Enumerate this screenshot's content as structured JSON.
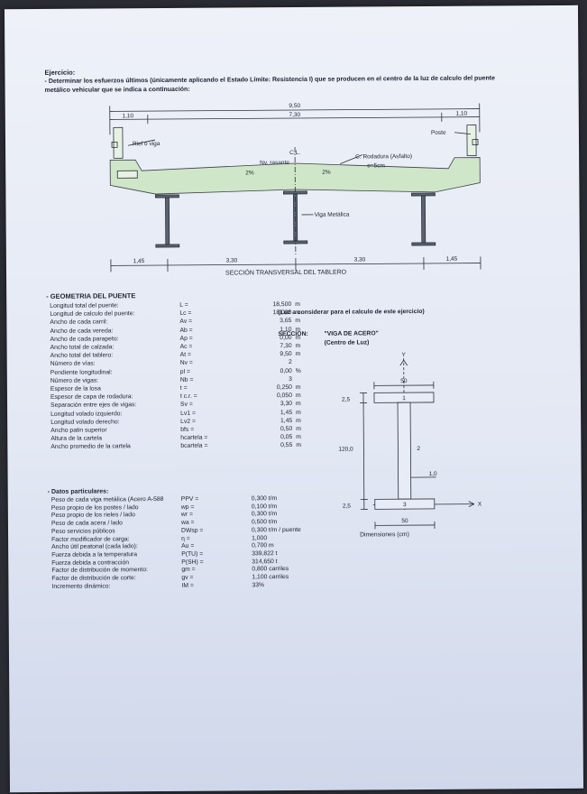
{
  "header": {
    "title": "Ejercicio:",
    "line1": "- Determinar los esfuerzos últimos (únicamente aplicando el Estado Límite: Resistencia I) que se producen en el centro de la luz de calculo del puente",
    "line2": "metálico vehicular que se indica a continuación:"
  },
  "section": {
    "top_total": "9,50",
    "top_roadway": "7,30",
    "left_walk": "1,10",
    "right_walk": "1,10",
    "riel_label": "Riel o viga",
    "poste_label": "Poste",
    "cl_label": "C.L.",
    "rasante_label": "Nv. rasante",
    "rodadura_label": "C. Rodadura (Asfalto)",
    "rodadura_thick": "e=5cm",
    "slope_left": "2%",
    "slope_right": "2%",
    "viga_label": "Viga Metálica",
    "bot_dims": [
      "1,45",
      "3,30",
      "3,30",
      "1,45"
    ],
    "caption": "SECCIÓN TRANSVERSAL DEL TABLERO"
  },
  "geometry": {
    "title": "- GEOMETRIA DEL PUENTE",
    "rows": [
      {
        "label": "Longitud total del puente:",
        "sym": "L =",
        "val": "18,500",
        "unit": "m"
      },
      {
        "label": "Longitud de calculo del puente:",
        "sym": "Lc =",
        "val": "18,000",
        "unit": "m"
      },
      {
        "label": "Ancho de cada carril:",
        "sym": "Av =",
        "val": "3,65",
        "unit": "m"
      },
      {
        "label": "Ancho de cada vereda:",
        "sym": "Ab =",
        "val": "1,10",
        "unit": "m"
      },
      {
        "label": "Ancho de cada parapeto:",
        "sym": "Ap =",
        "val": "0,00",
        "unit": "m"
      },
      {
        "label": "Ancho total de calzada:",
        "sym": "Ac =",
        "val": "7,30",
        "unit": "m"
      },
      {
        "label": "Ancho total del tablero:",
        "sym": "At =",
        "val": "9,50",
        "unit": "m"
      },
      {
        "label": "Número de vías:",
        "sym": "Nv =",
        "val": "2",
        "unit": ""
      },
      {
        "label": "Pendiente longitudinal:",
        "sym": "pl =",
        "val": "0,00",
        "unit": "%"
      },
      {
        "label": "Número de vigas:",
        "sym": "Nb =",
        "val": "3",
        "unit": ""
      },
      {
        "label": "Espesor de la losa",
        "sym": "t =",
        "val": "0,250",
        "unit": "m"
      },
      {
        "label": "Espesor de capa de rodadura:",
        "sym": "t c.r. =",
        "val": "0,050",
        "unit": "m"
      },
      {
        "label": "Separación entre ejes de vigas:",
        "sym": "Sv =",
        "val": "3,30",
        "unit": "m"
      },
      {
        "label": "Longitud volado izquierdo:",
        "sym": "Lv1 =",
        "val": "1,45",
        "unit": "m"
      },
      {
        "label": "Longitud volado derecho:",
        "sym": "Lv2 =",
        "val": "1,45",
        "unit": "m"
      },
      {
        "label": "Ancho patin superior",
        "sym": "bfs =",
        "val": "0,50",
        "unit": "m"
      },
      {
        "label": "Altura de la cartela",
        "sym": "hcartela =",
        "val": "0,05",
        "unit": "m"
      },
      {
        "label": "Ancho promedio de la cartela",
        "sym": "bcartela =",
        "val": "0,55",
        "unit": "m"
      }
    ]
  },
  "luz_note": "(Luz a considerar para el calculo de este ejercicio)",
  "beam": {
    "seccion": "SECCION:",
    "viga": "\"VIGA DE ACERO\"",
    "centro": "(Centro de Luz)",
    "top_width": "50",
    "top_thick": "2,5",
    "web_height": "120,0",
    "web_thick": "1,0",
    "bot_thick": "2,5",
    "bot_width": "50",
    "axis_y": "Y",
    "axis_x": "X",
    "part1": "1",
    "part2": "2",
    "part3": "3",
    "dims_caption": "Dimensiones (cm)"
  },
  "particulars": {
    "title": "- Datos particulares:",
    "rows": [
      {
        "label": "Peso de cada viga metálica (Acero A-588",
        "sym": "PPV =",
        "val": "0,300 t/m"
      },
      {
        "label": "Peso propio de los postes / lado",
        "sym": "wp =",
        "val": "0,100 t/m"
      },
      {
        "label": "Peso propio de los rieles / lado",
        "sym": "wr =",
        "val": "0,300 t/m"
      },
      {
        "label": "Peso de cada acera / lado",
        "sym": "wa =",
        "val": "0,500 t/m"
      },
      {
        "label": "Peso servicios públicos",
        "sym": "DWsp =",
        "val": "0,300 t/m / puente"
      },
      {
        "label": "Factor modificador de carga:",
        "sym": "η =",
        "val": "1,000"
      },
      {
        "label": "Ancho útil peatonal (cada lado):",
        "sym": "Au =",
        "val": "0,700 m"
      },
      {
        "label": "Fuerza debida a la temperatura",
        "sym": "P(TU) =",
        "val": "339,822 t"
      },
      {
        "label": "Fuerza debida a contracción",
        "sym": "P(SH) =",
        "val": "314,650 t"
      },
      {
        "label": "Factor de distribución de momento:",
        "sym": "gm =",
        "val": "0,800 carriles"
      },
      {
        "label": "Factor de distribución de corte:",
        "sym": "gv =",
        "val": "1,100 carriles"
      },
      {
        "label": "Incremento dinámico:",
        "sym": "IM =",
        "val": "33%"
      }
    ]
  }
}
